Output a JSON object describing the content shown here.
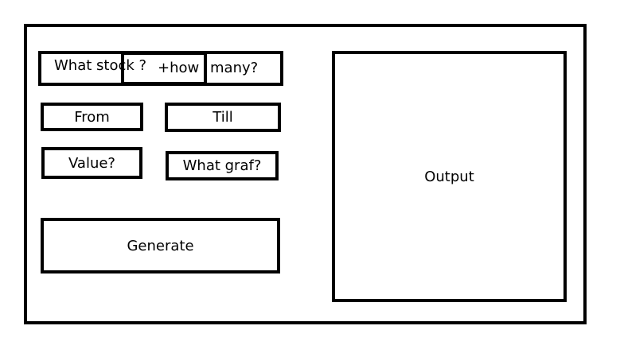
{
  "form": {
    "stock_label": "What stock ?",
    "amount_label": "+how",
    "many_label": "many?",
    "from_label": "From",
    "till_label": "Till",
    "value_label": "Value?",
    "graph_label": "What graf?",
    "generate_label": "Generate"
  },
  "output": {
    "label": "Output"
  }
}
